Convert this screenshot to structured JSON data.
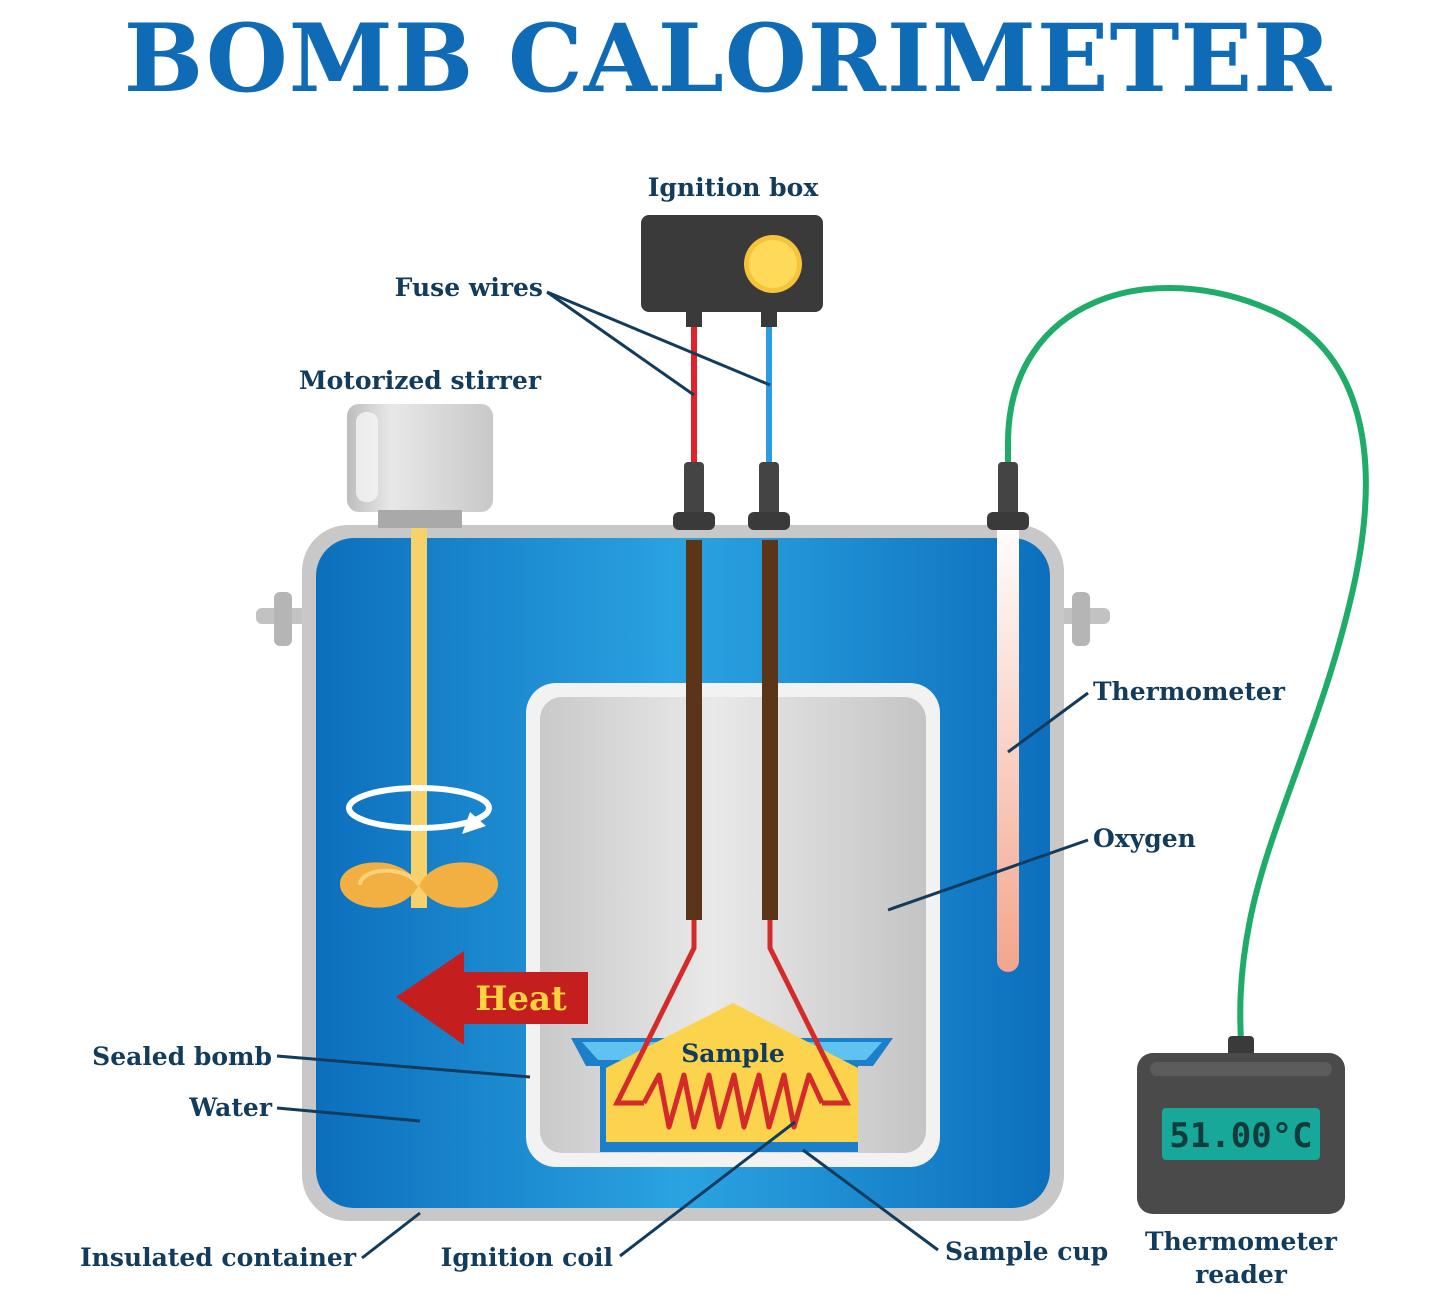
{
  "title": "BOMB CALORIMETER",
  "labels": {
    "ignition_box": "Ignition box",
    "fuse_wires": "Fuse wires",
    "motorized_stirrer": "Motorized stirrer",
    "thermometer": "Thermometer",
    "oxygen": "Oxygen",
    "heat": "Heat",
    "sample": "Sample",
    "sealed_bomb": "Sealed bomb",
    "water": "Water",
    "insulated_container": "Insulated container",
    "ignition_coil": "Ignition coil",
    "sample_cup": "Sample cup",
    "thermometer_reader_line1": "Thermometer",
    "thermometer_reader_line2": "reader"
  },
  "reader_display": "51.00°C",
  "colors": {
    "title": "#0f6bb5",
    "label": "#123b5c",
    "water": "#1a84cc",
    "bomb": "#d3d3d3",
    "heat_arrow": "#c41e1e",
    "heat_text": "#ffd23f",
    "sample": "#fcd34d",
    "wire_red": "#e1222a",
    "wire_blue": "#2a9ce0",
    "thermo_cable": "#1fac68",
    "display_bg": "#17a89a"
  }
}
